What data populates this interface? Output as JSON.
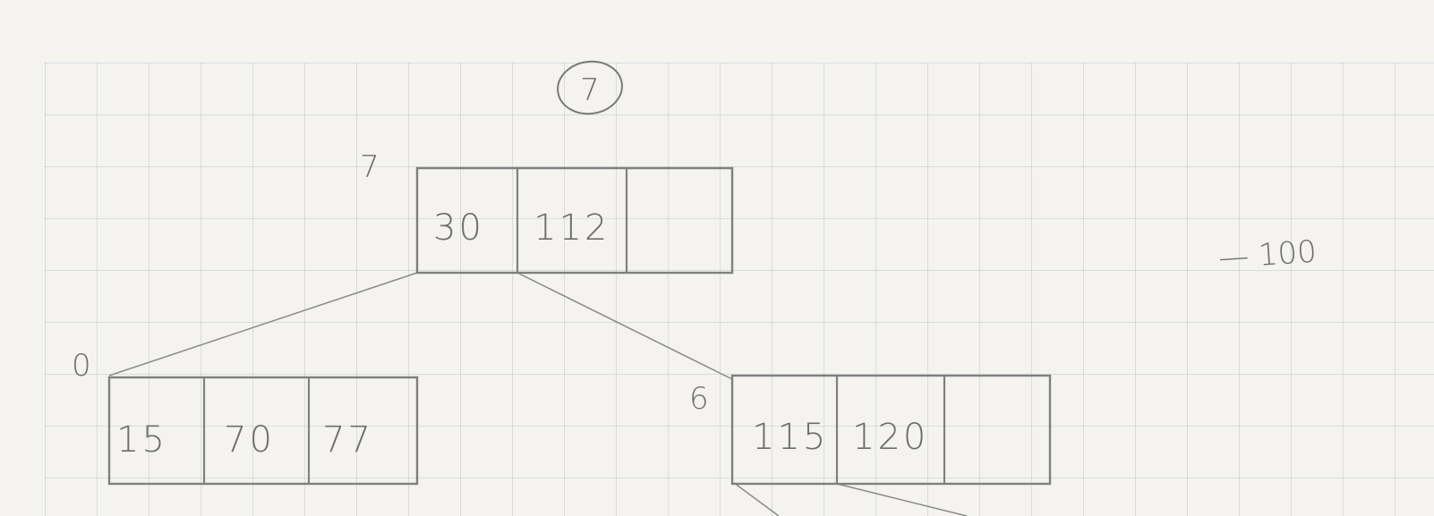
{
  "page_label": "7",
  "side_note": "— 100",
  "nodes": {
    "root": {
      "label": "7",
      "keys": [
        "30",
        "112",
        ""
      ]
    },
    "left": {
      "label": "0",
      "keys": [
        "15",
        "70",
        "77"
      ]
    },
    "right": {
      "label": "6",
      "keys": [
        "115",
        "120",
        ""
      ]
    }
  }
}
